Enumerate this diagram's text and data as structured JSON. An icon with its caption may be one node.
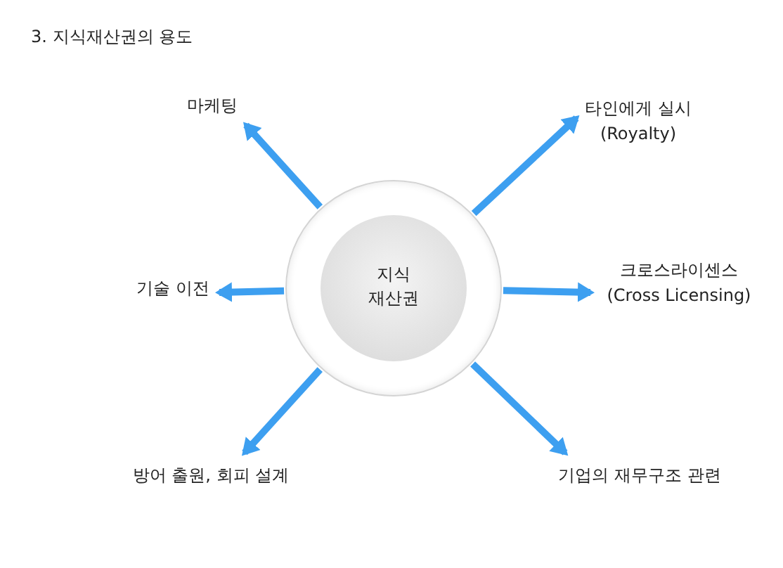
{
  "diagram": {
    "title": "3. 지식재산권의 용도",
    "nodes": [
      {
        "text": [
          "지식 재산권"
        ]
      },
      {
        "text": [
          "마케팅"
        ]
      },
      {
        "text": [
          "타인에게 실시 (Royalty)"
        ]
      },
      {
        "text": [
          "기술 이전"
        ]
      },
      {
        "text": [
          "크로스라이센스 (Cross Licensing)"
        ]
      },
      {
        "text": [
          "방어 출원, 회피 설계"
        ]
      },
      {
        "text": [
          "기업의 재무구조 관련"
        ]
      }
    ],
    "edges": [
      {
        "from": 0,
        "to": 1,
        "arrow": "to"
      },
      {
        "from": 0,
        "to": 2,
        "arrow": "to"
      },
      {
        "from": 0,
        "to": 3,
        "arrow": "to"
      },
      {
        "from": 0,
        "to": 4,
        "arrow": "to"
      },
      {
        "from": 0,
        "to": 5,
        "arrow": "to"
      },
      {
        "from": 0,
        "to": 6,
        "arrow": "to"
      }
    ]
  }
}
